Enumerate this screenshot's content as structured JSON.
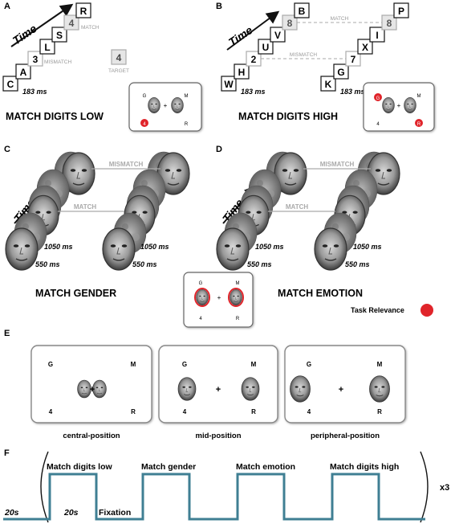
{
  "panels": {
    "A": {
      "letter": "A",
      "time_label": "Time",
      "timing": "183 ms",
      "title": "MATCH DIGITS LOW",
      "match_label": "MATCH",
      "mismatch_label": "MISMATCH",
      "target_label": "TARGET",
      "target_digit": "4",
      "stream": [
        "C",
        "A",
        "3",
        "L",
        "S",
        "4",
        "R"
      ],
      "display": {
        "left": "G",
        "right": "M",
        "bottom_left": "4",
        "bottom_right": "R"
      }
    },
    "B": {
      "letter": "B",
      "time_label": "Time",
      "timing_left": "183 ms",
      "timing_right": "183 ms",
      "title": "MATCH DIGITS HIGH",
      "match_label": "MATCH",
      "mismatch_label": "MISMATCH",
      "stream_left": [
        "W",
        "H",
        "2",
        "U",
        "V",
        "8",
        "B"
      ],
      "stream_right": [
        "K",
        "G",
        "7",
        "X",
        "I",
        "8",
        "P"
      ],
      "display": {
        "left": "G",
        "right": "M",
        "bottom_left": "4",
        "bottom_right": "R"
      }
    },
    "C": {
      "letter": "C",
      "time_label": "Time",
      "match_label": "MATCH",
      "mismatch_label": "MISMATCH",
      "timing_1": "1050 ms",
      "timing_2": "550 ms",
      "timing_3": "1050 ms",
      "timing_4": "550 ms",
      "title": "MATCH GENDER",
      "display": {
        "left": "G",
        "right": "M",
        "bottom_left": "4",
        "bottom_right": "R"
      }
    },
    "D": {
      "letter": "D",
      "time_label": "Time",
      "match_label": "MATCH",
      "mismatch_label": "MISMATCH",
      "timing_1": "1050 ms",
      "timing_2": "550 ms",
      "timing_3": "1050 ms",
      "timing_4": "550 ms",
      "title": "MATCH EMOTION",
      "legend": "Task Relevance",
      "legend_color": "#e0242a"
    },
    "E": {
      "letter": "E",
      "boxes": [
        {
          "caption": "central-position",
          "left": "G",
          "right": "M",
          "bottom_left": "4",
          "bottom_right": "R"
        },
        {
          "caption": "mid-position",
          "left": "G",
          "right": "M",
          "bottom_left": "4",
          "bottom_right": "R"
        },
        {
          "caption": "peripheral-position",
          "left": "G",
          "right": "M",
          "bottom_left": "4",
          "bottom_right": "R"
        }
      ]
    },
    "F": {
      "letter": "F",
      "blocks": [
        "Match digits low",
        "Match gender",
        "Match emotion",
        "Match digits high"
      ],
      "rest_left": "20s",
      "rest_inner": "20s",
      "fixation": "Fixation",
      "repeat": "x3",
      "line_color": "#3f7f93"
    }
  }
}
